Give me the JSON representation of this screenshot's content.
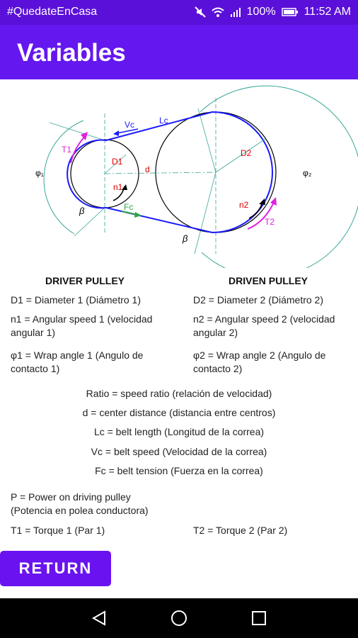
{
  "status": {
    "hashtag": "#QuedateEnCasa",
    "battery": "100%",
    "time": "11:52 AM"
  },
  "app_bar": {
    "title": "Variables"
  },
  "diagram": {
    "labels": {
      "d1": "D1",
      "d2": "D2",
      "d": "d",
      "n1": "n1",
      "n2": "n2",
      "t1": "T1",
      "t2": "T2",
      "vc": "Vc",
      "lc": "Lc",
      "fc": "Fc",
      "beta": "β",
      "phi1": "φ₁",
      "phi2": "φ₂"
    }
  },
  "driver": {
    "heading": "DRIVER PULLEY",
    "d1": "D1 = Diameter 1 (Diámetro 1)",
    "n1_line1": "n1 = Angular speed 1 (velocidad",
    "n1_line2": "angular 1)",
    "phi1_line1": "φ1 = Wrap angle 1 (Angulo de",
    "phi1_line2": "contacto 1)"
  },
  "driven": {
    "heading": "DRIVEN PULLEY",
    "d2": "D2 = Diameter 2 (Diámetro 2)",
    "n2_line1": "n2 = Angular speed 2 (velocidad",
    "n2_line2": "angular 2)",
    "phi2_line1": "φ2 = Wrap angle 2 (Angulo de",
    "phi2_line2": "contacto 2)"
  },
  "general": {
    "ratio": "Ratio = speed ratio (relación de velocidad)",
    "d": "d = center distance (distancia entre centros)",
    "lc": "Lc = belt length (Longitud de la correa)",
    "vc": "Vc = belt speed (Velocidad de la correa)",
    "fc": "Fc = belt tension (Fuerza en la correa)"
  },
  "power": {
    "line1": "P = Power on driving pulley",
    "line2": "(Potencia en polea conductora)"
  },
  "torques": {
    "t1": "T1 = Torque 1 (Par 1)",
    "t2": "T2 = Torque 2 (Par 2)"
  },
  "actions": {
    "return_label": "RETURN"
  },
  "colors": {
    "app_bar": "#6517ef",
    "status_bar": "#5b10d9",
    "button": "#6a13f0",
    "belt": "#1a1aff",
    "teal": "#3aa89a",
    "magenta": "#e020e0",
    "green": "#2ea34a"
  },
  "icons": [
    "mute-icon",
    "wifi-icon",
    "signal-icon",
    "battery-icon",
    "back-icon",
    "home-icon",
    "recents-icon"
  ]
}
